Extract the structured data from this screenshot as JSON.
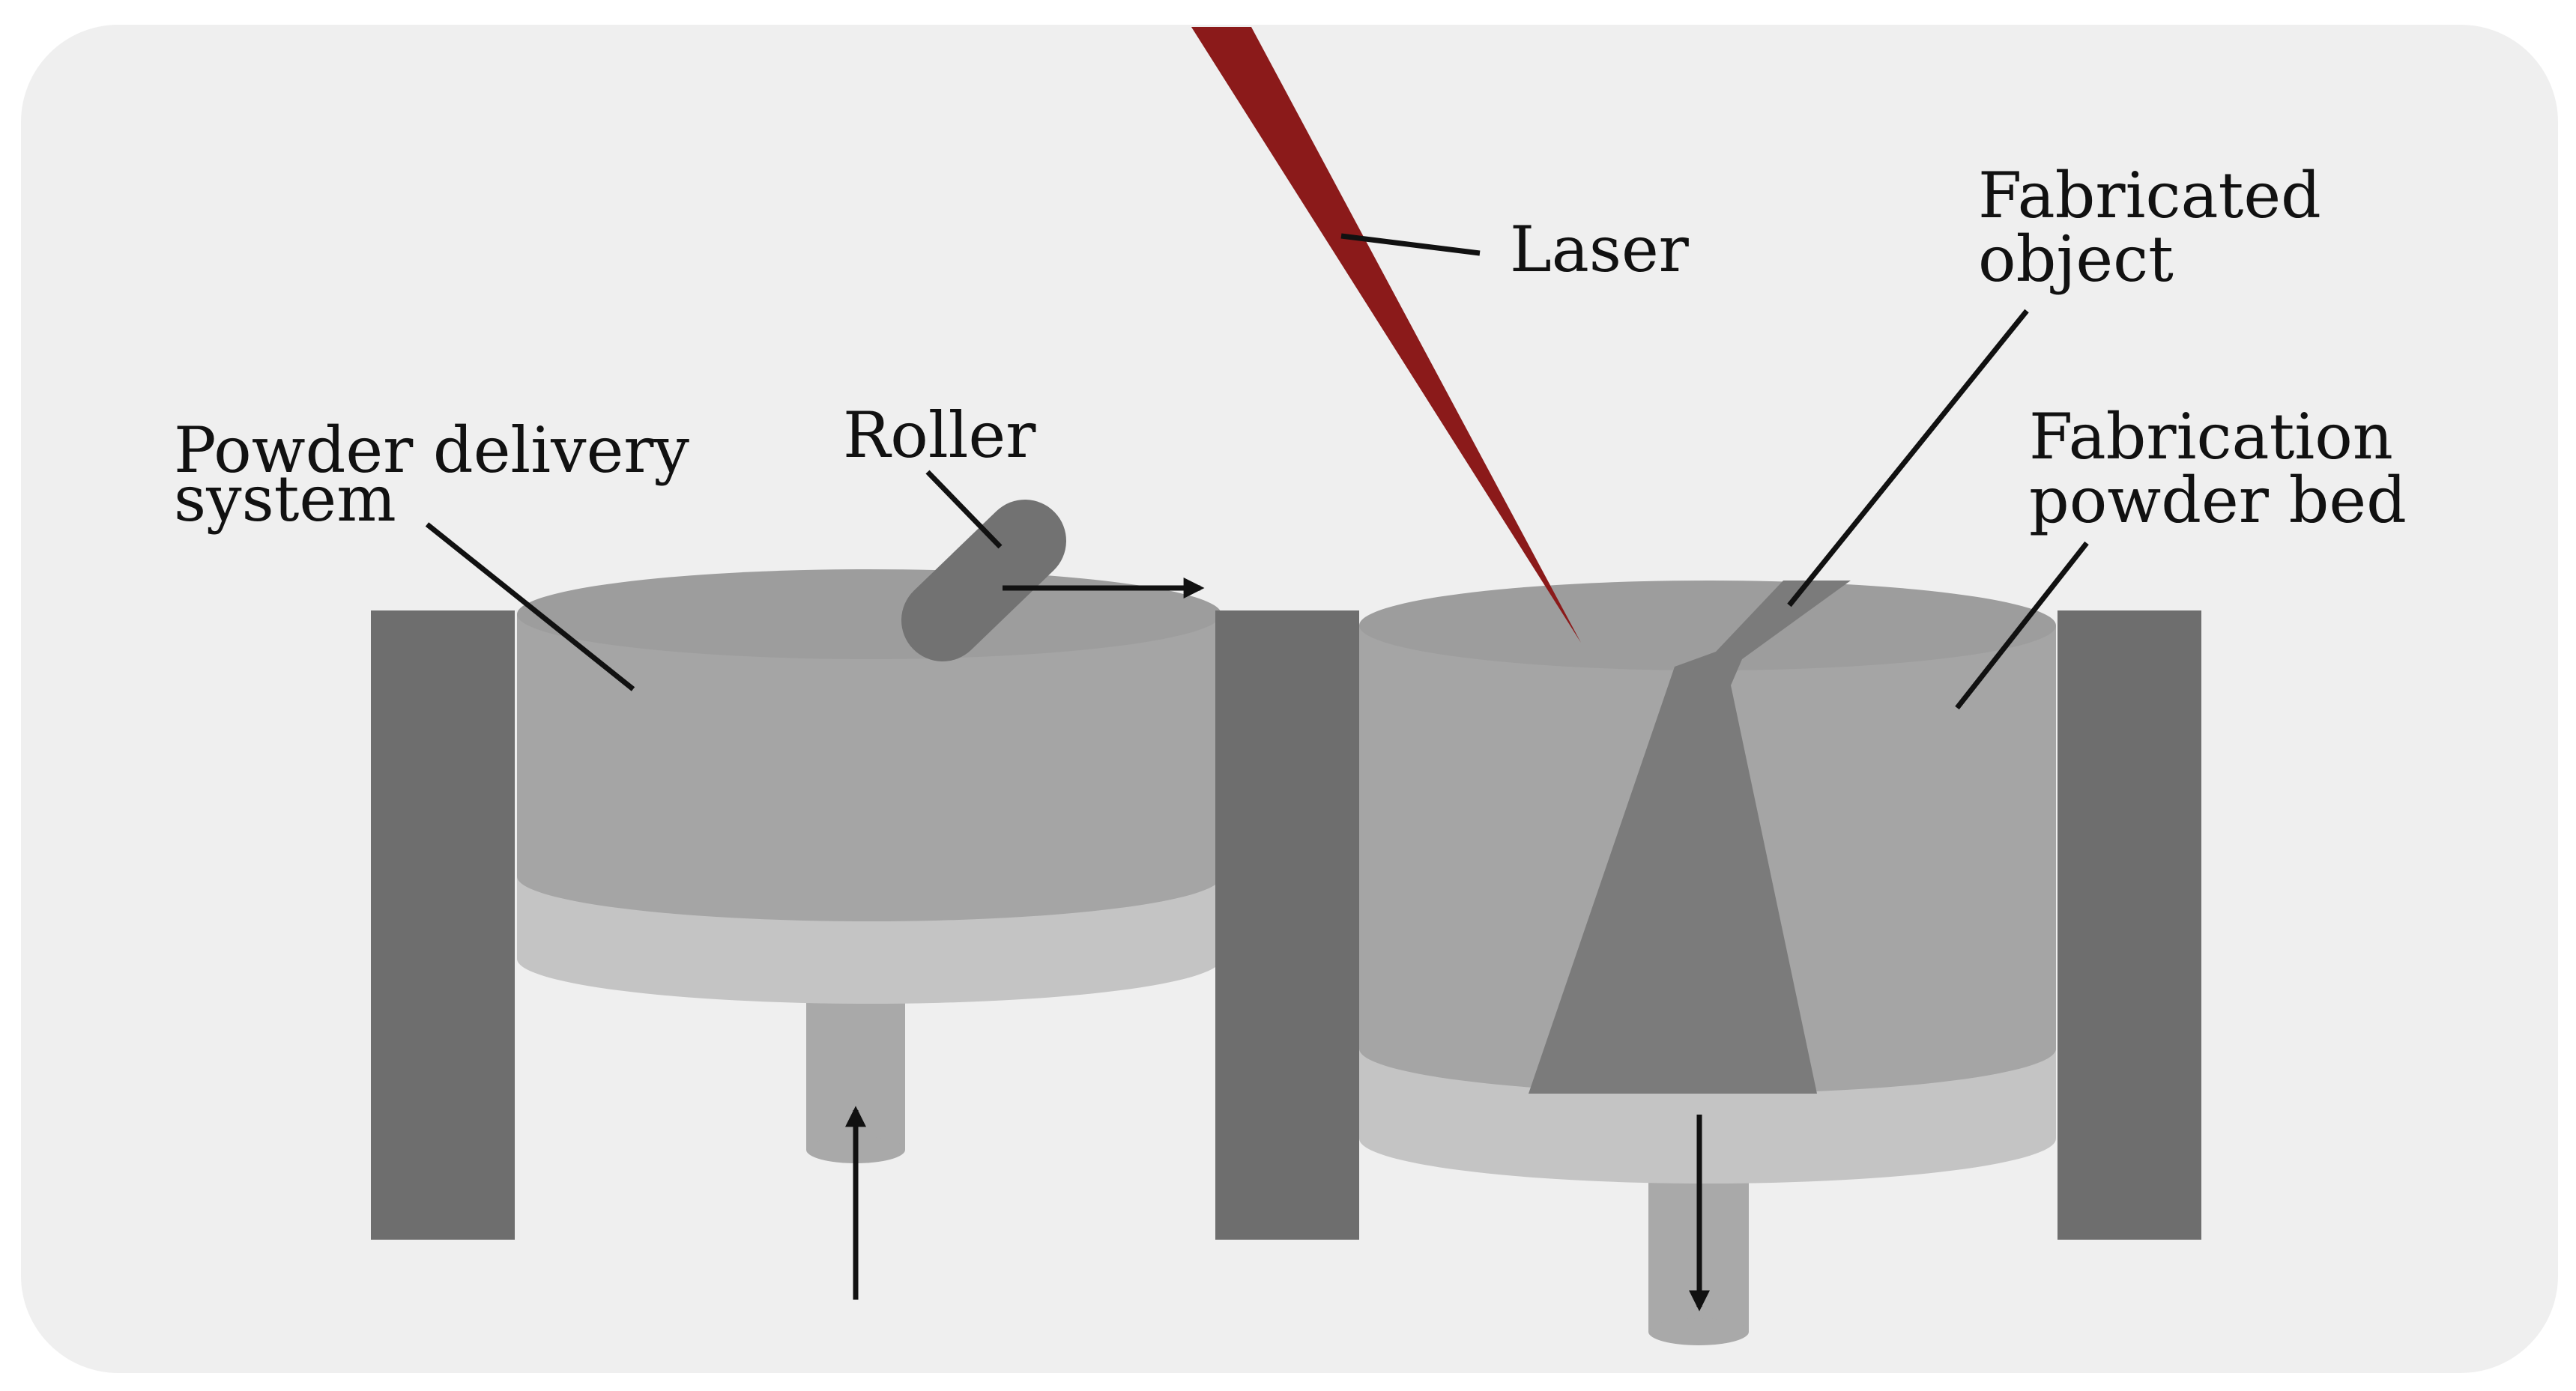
{
  "labels": {
    "laser": "Laser",
    "roller": "Roller",
    "powder_delivery_line1": "Powder delivery",
    "powder_delivery_line2": "system",
    "fabricated_line1": "Fabricated",
    "fabricated_line2": "object",
    "fabrication_bed_line1": "Fabrication",
    "fabrication_bed_line2": "powder bed"
  },
  "colors": {
    "panel_background": "#efefef",
    "powder": "#a5a5a5",
    "powder_top": "#9d9d9d",
    "wall": "#6e6e6e",
    "platform": "#c4c4c4",
    "piston": "#a9a9a9",
    "fabricated_object": "#7b7b7b",
    "roller": "#727272",
    "laser": "#8b1a1a",
    "arrow": "#111111"
  }
}
